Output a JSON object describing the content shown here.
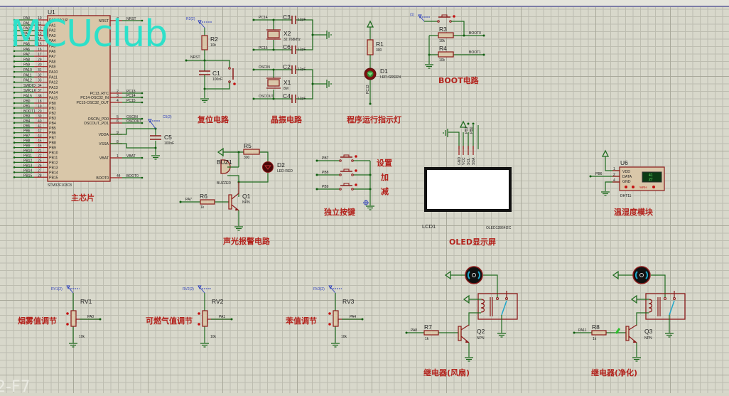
{
  "watermark": "MCUclub",
  "bottom_mark": "2-F7",
  "colors": {
    "section_title": "#b3231d",
    "wire": "#1f6b1f",
    "component": "#8b1a1a",
    "probe": "#2b3dbb",
    "watermark": "#2de0c9",
    "led_green": "#2e8b2e",
    "led_red": "#8b0000"
  },
  "mcu": {
    "ref": "U1",
    "part": "STM32F103C8",
    "section_title": "主芯片",
    "left_pins": [
      {
        "net": "PA0",
        "num": "10",
        "name": "PA0-WKUP"
      },
      {
        "net": "PA1",
        "num": "11",
        "name": "PA1"
      },
      {
        "net": "PA2",
        "num": "12",
        "name": "PA2"
      },
      {
        "net": "PA3",
        "num": "13",
        "name": "PA3"
      },
      {
        "net": "PA4",
        "num": "14",
        "name": "PA4"
      },
      {
        "net": "PA5",
        "num": "15",
        "name": "PA5"
      },
      {
        "net": "PA6",
        "num": "16",
        "name": "PA6"
      },
      {
        "net": "PA7",
        "num": "17",
        "name": "PA7"
      },
      {
        "net": "PA8",
        "num": "29",
        "name": "PA8"
      },
      {
        "net": "PA9",
        "num": "30",
        "name": "PA9"
      },
      {
        "net": "PA10",
        "num": "31",
        "name": "PA10"
      },
      {
        "net": "PA11",
        "num": "32",
        "name": "PA11"
      },
      {
        "net": "PA12",
        "num": "33",
        "name": "PA12"
      },
      {
        "net": "SWDIO",
        "num": "34",
        "name": "PA13"
      },
      {
        "net": "SWCLK",
        "num": "37",
        "name": "PA14"
      },
      {
        "net": "PA15",
        "num": "38",
        "name": "PA15"
      },
      {
        "net": "PB0",
        "num": "18",
        "name": "PB0"
      },
      {
        "net": "PB1",
        "num": "19",
        "name": "PB1"
      },
      {
        "net": "BOOT1",
        "num": "20",
        "name": "PB2"
      },
      {
        "net": "PB3",
        "num": "39",
        "name": "PB3"
      },
      {
        "net": "PB4",
        "num": "40",
        "name": "PB4"
      },
      {
        "net": "PB5",
        "num": "41",
        "name": "PB5"
      },
      {
        "net": "PB6",
        "num": "42",
        "name": "PB6"
      },
      {
        "net": "PB7",
        "num": "43",
        "name": "PB7"
      },
      {
        "net": "PB8",
        "num": "45",
        "name": "PB8"
      },
      {
        "net": "PB9",
        "num": "46",
        "name": "PB9"
      },
      {
        "net": "PB10",
        "num": "21",
        "name": "PB10"
      },
      {
        "net": "PB11",
        "num": "22",
        "name": "PB11"
      },
      {
        "net": "PB12",
        "num": "25",
        "name": "PB12"
      },
      {
        "net": "PB13",
        "num": "26",
        "name": "PB13"
      },
      {
        "net": "PB14",
        "num": "27",
        "name": "PB14"
      },
      {
        "net": "PB15",
        "num": "28",
        "name": "PB15"
      }
    ],
    "right_pins": [
      {
        "name": "NRST",
        "num": "7",
        "net": "NRST"
      },
      {
        "name": "PC13_RTC",
        "num": "2",
        "net": "PC13"
      },
      {
        "name": "PC14-OSC32_IN",
        "num": "3",
        "net": "PC14"
      },
      {
        "name": "PC15-OSC32_OUT",
        "num": "4",
        "net": "PC15"
      },
      {
        "name": "OSCIN_PD0",
        "num": "5",
        "net": "OSCIN"
      },
      {
        "name": "OSCOUT_PD1",
        "num": "6",
        "net": "OSCOUT"
      },
      {
        "name": "VDDA",
        "num": "9",
        "net": ""
      },
      {
        "name": "VSSA",
        "num": "8",
        "net": ""
      },
      {
        "name": "VBAT",
        "num": "1",
        "net": "VBAT"
      },
      {
        "name": "BOOT0",
        "num": "44",
        "net": "BOOT0"
      }
    ],
    "c5": {
      "ref": "C5",
      "value": "100nF",
      "probe": "C5(2)"
    }
  },
  "reset": {
    "section_title": "复位电路",
    "probe": "R2(2)",
    "r2": {
      "ref": "R2",
      "value": "10k"
    },
    "c1": {
      "ref": "C1",
      "value": "100nF"
    },
    "net": "NRST"
  },
  "crystal": {
    "section_title": "晶振电路",
    "x2": {
      "ref": "X2",
      "value": "32.768kHz"
    },
    "x1": {
      "ref": "X1",
      "value": "8M"
    },
    "c3": {
      "ref": "C3",
      "value": "12pF"
    },
    "c6": {
      "ref": "C6",
      "value": "12pF"
    },
    "c2": {
      "ref": "C2",
      "value": "12pF"
    },
    "c4": {
      "ref": "C4",
      "value": "12pF"
    },
    "nets": [
      "PC14",
      "PC15",
      "OSCIN",
      "OSCOUT"
    ]
  },
  "run_led": {
    "section_title": "程序运行指示灯",
    "r1": {
      "ref": "R1",
      "value": "300"
    },
    "d1": {
      "ref": "D1",
      "value": "LED-GREEN"
    },
    "net": "PC13"
  },
  "boot": {
    "section_title": "BOOT电路",
    "probe": "(1)",
    "r3": {
      "ref": "R3",
      "value": "10k"
    },
    "r4": {
      "ref": "R4",
      "value": "10k"
    },
    "nets": [
      "BOOT0",
      "BOOT1"
    ]
  },
  "alarm": {
    "section_title": "声光报警电路",
    "buz": {
      "ref": "BUZ1",
      "value": "BUZZER"
    },
    "r5": {
      "ref": "R5",
      "value": "300"
    },
    "d2": {
      "ref": "D2",
      "value": "LED-RED"
    },
    "r6": {
      "ref": "R6",
      "value": "1k"
    },
    "q1": {
      "ref": "Q1",
      "value": "NPN"
    },
    "net": "PA7"
  },
  "keys": {
    "section_title": "独立按键",
    "nets": [
      "PB7",
      "PB8",
      "PB9"
    ],
    "labels": [
      "设置",
      "加",
      "减"
    ]
  },
  "oled": {
    "section_title": "OLED显示屏",
    "ref": "LCD1",
    "part": "OLED12864I2C",
    "pins": [
      "GND",
      "VCC",
      "SCL",
      "SDA"
    ],
    "nets": [
      "PB1",
      "PB0"
    ]
  },
  "dht": {
    "section_title": "温湿度模块",
    "ref": "U6",
    "part": "DHT11",
    "pins": [
      {
        "num": "1",
        "name": "VDD"
      },
      {
        "num": "2",
        "name": "DATA"
      },
      {
        "num": "4",
        "name": "GND"
      }
    ],
    "net": "PB6",
    "display": [
      "41",
      "27"
    ],
    "unit": "%RH"
  },
  "pots": [
    {
      "section_title": "烟雾值调节",
      "ref": "RV1",
      "value": "10k",
      "probe": "RV1(2)",
      "net": "PA0"
    },
    {
      "section_title": "可燃气值调节",
      "ref": "RV2",
      "value": "10k",
      "probe": "RV2(2)",
      "net": "PA1"
    },
    {
      "section_title": "苯值调节",
      "ref": "RV3",
      "value": "10k",
      "probe": "RV3(2)",
      "net": "PA4"
    }
  ],
  "relays": [
    {
      "section_title": "继电器(风扇)",
      "r": {
        "ref": "R7",
        "value": "1k"
      },
      "q": {
        "ref": "Q2",
        "value": "NPN"
      },
      "net": "PA8"
    },
    {
      "section_title": "继电器(净化)",
      "r": {
        "ref": "R8",
        "value": "1k"
      },
      "q": {
        "ref": "Q3",
        "value": "NPN"
      },
      "net": "PA11"
    }
  ]
}
